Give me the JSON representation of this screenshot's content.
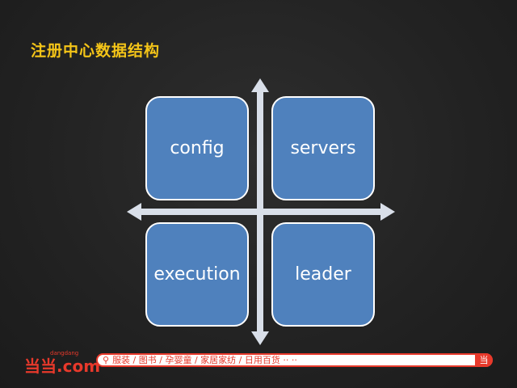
{
  "slide": {
    "title": "注册中心数据结构",
    "boxes": {
      "config": "config",
      "servers": "servers",
      "execution": "execution",
      "leader": "leader"
    },
    "colors": {
      "title": "#f5c518",
      "box": "#4f81bd",
      "arrow": "#d9dfe9"
    }
  },
  "footer": {
    "logo_main": "当当.com",
    "logo_sub": "dangdang",
    "search_text": "服装 / 图书 / 孕婴童 / 家居家纺 / 日用百货 ·· ··",
    "search_button": "当"
  }
}
